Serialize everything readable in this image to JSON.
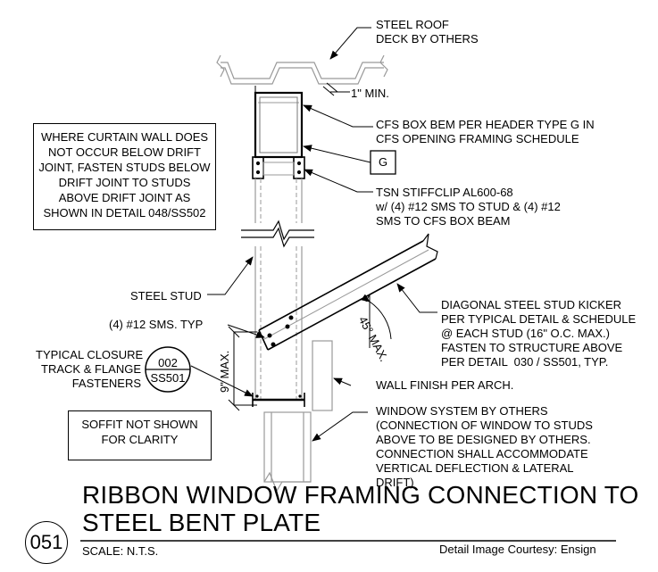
{
  "labels": {
    "roof_deck": "STEEL ROOF\nDECK BY OTHERS",
    "min_gap": "1\" MIN.",
    "box_beam": "CFS BOX BEM PER HEADER TYPE G IN\nCFS OPENING FRAMING SCHEDULE",
    "type_tag": "G",
    "stiffclip": "TSN STIFFCLIP AL600-68\nw/ (4) #12 SMS TO STUD & (4) #12\nSMS TO CFS BOX BEAM",
    "drift_note": "WHERE CURTAIN WALL DOES\nNOT OCCUR BELOW DRIFT\nJOINT, FASTEN STUDS BELOW\nDRIFT JOINT TO STUDS\nABOVE DRIFT JOINT AS\nSHOWN IN DETAIL 048/SS502",
    "steel_stud": "STEEL STUD",
    "sms_typ": "(4) #12 SMS. TYP",
    "kicker": "DIAGONAL STEEL STUD KICKER\nPER TYPICAL DETAIL & SCHEDULE\n@ EACH STUD (16\" O.C. MAX.)\nFASTEN TO STRUCTURE ABOVE\nPER DETAIL  030 / SS501, TYP.",
    "angle": "45° MAX.",
    "nine_max": "9\" MAX.",
    "closure": "TYPICAL CLOSURE\nTRACK & FLANGE\nFASTENERS",
    "ref_top": "002",
    "ref_bottom": "SS501",
    "wall_finish": "WALL FINISH PER ARCH.",
    "soffit": "SOFFIT NOT SHOWN\nFOR CLARITY",
    "window": "WINDOW SYSTEM BY OTHERS\n(CONNECTION OF WINDOW TO STUDS\nABOVE TO BE DESIGNED BY OTHERS.\nCONNECTION SHALL ACCOMMODATE\nVERTICAL DEFLECTION & LATERAL\nDRIFT)"
  },
  "title": {
    "line1": "RIBBON WINDOW FRAMING CONNECTION TO",
    "line2": "STEEL BENT PLATE",
    "detail_number": "051",
    "scale": "SCALE:  N.T.S.",
    "credit": "Detail Image Courtesy: Ensign"
  }
}
